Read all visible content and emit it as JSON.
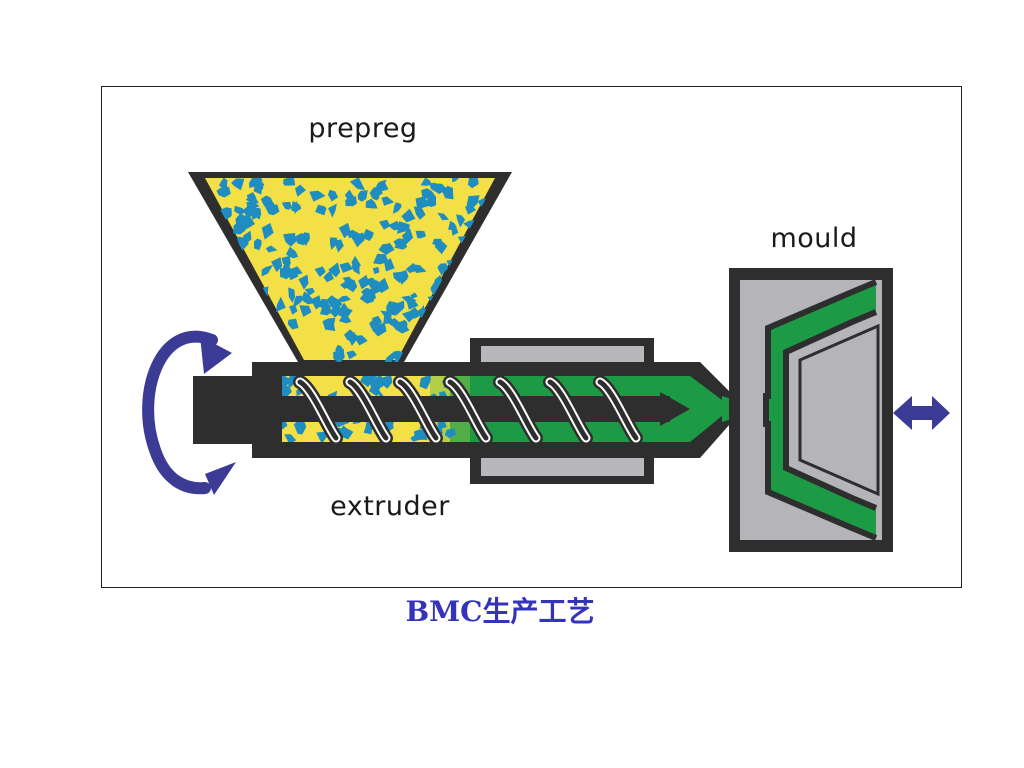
{
  "diagram": {
    "labels": {
      "hopper": "prepreg",
      "mould": "mould",
      "extruder": "extruder"
    },
    "icons": {
      "rotation": "circular-rotation-arrow-icon",
      "motion": "double-headed-arrow-icon"
    },
    "colors": {
      "hopper_wall": "#2e2e2e",
      "prepreg_yellow": "#f2e046",
      "prepreg_blue": "#1f8dbf",
      "barrel": "#2e2e2e",
      "heater": "#b8b8bc",
      "melt_green": "#1c9a46",
      "mould_body": "#b4b4b9",
      "arrow_blue": "#3b3b96"
    }
  },
  "caption": {
    "text": "BMC生产工艺",
    "color": "#3333bb"
  }
}
